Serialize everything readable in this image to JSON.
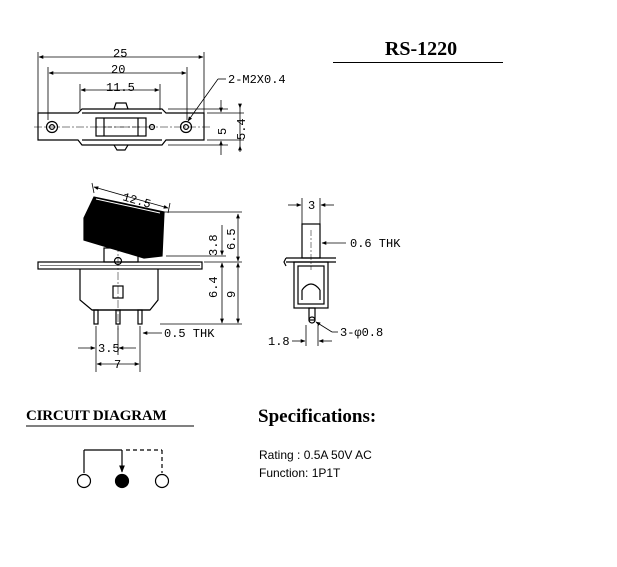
{
  "header": {
    "model": "RS-1220"
  },
  "top_view": {
    "dim_overall": "25",
    "dim_holes": "20",
    "dim_inner": "11.5",
    "dim_screw": "2-M2X0.4",
    "dim_height_inner": "5",
    "dim_height_outer": "5.4"
  },
  "side_view": {
    "dim_actuator": "12.5",
    "dim_actuator_height": "3.8",
    "dim_total_upper": "6.5",
    "dim_body": "6.4",
    "dim_body_total": "9",
    "dim_thk": "0.5 THK",
    "dim_pin_pitch": "3.5",
    "dim_pin_span": "7"
  },
  "end_view": {
    "dim_width": "3",
    "dim_thk": "0.6 THK",
    "dim_offset": "1.8",
    "dim_holes": "3-φ0.8"
  },
  "circuit": {
    "title": "CIRCUIT DIAGRAM"
  },
  "specifications": {
    "title": "Specifications:",
    "rating": "Rating : 0.5A 50V AC",
    "function": "Function: 1P1T"
  }
}
